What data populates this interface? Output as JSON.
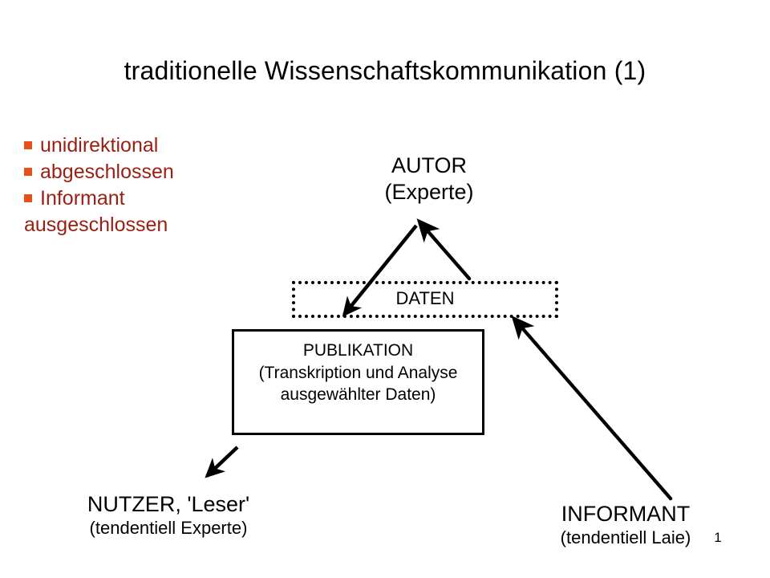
{
  "slide": {
    "title": "traditionelle Wissenschaftskommunikation (1)",
    "number": "1",
    "accent_color": "#9a1f12",
    "bullet_marker_color": "#e8501b",
    "background_color": "#ffffff",
    "line_color": "#000000"
  },
  "bullets": {
    "items": [
      "unidirektional",
      "abgeschlossen",
      "Informant"
    ],
    "continuation": "ausgeschlossen"
  },
  "nodes": {
    "autor": {
      "line1": "AUTOR",
      "line2": "(Experte)"
    },
    "daten": {
      "label": "DATEN"
    },
    "publikation": {
      "line1": "PUBLIKATION",
      "line2": "(Transkription und Analyse",
      "line3": "ausgewählter Daten)"
    },
    "nutzer": {
      "line1": "NUTZER, 'Leser'",
      "line2": "(tendentiell Experte)"
    },
    "informant": {
      "line1": "INFORMANT",
      "line2": "(tendentiell Laie)"
    }
  },
  "connectors": [
    {
      "name": "autor-to-daten",
      "style": "solid",
      "from": "AUTOR",
      "to": "DATEN"
    },
    {
      "name": "daten-to-autor",
      "style": "dotted",
      "from": "DATEN",
      "to": "AUTOR"
    },
    {
      "name": "publikation-to-nutzer",
      "style": "solid",
      "from": "PUBLIKATION",
      "to": "NUTZER"
    },
    {
      "name": "informant-to-daten",
      "style": "dotted",
      "from": "INFORMANT",
      "to": "DATEN"
    }
  ]
}
